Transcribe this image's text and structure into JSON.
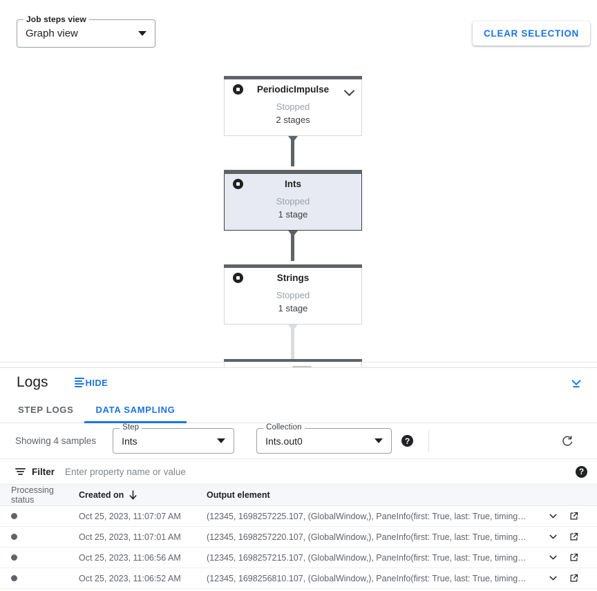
{
  "graph": {
    "view_select": {
      "legend": "Job steps view",
      "value": "Graph view",
      "icon": "chevron-down-icon"
    },
    "clear_selection_label": "CLEAR SELECTION",
    "nodes": [
      {
        "title": "PeriodicImpulse",
        "status": "Stopped",
        "stages": "2 stages",
        "has_chevron": true,
        "selected": false
      },
      {
        "title": "Ints",
        "status": "Stopped",
        "stages": "1 stage",
        "has_chevron": false,
        "selected": true
      },
      {
        "title": "Strings",
        "status": "Stopped",
        "stages": "1 stage",
        "has_chevron": false,
        "selected": false
      }
    ]
  },
  "logs": {
    "title": "Logs",
    "hide_label": "HIDE",
    "collapse_icon": "collapse-down-icon",
    "tabs": [
      {
        "label": "STEP LOGS",
        "active": false
      },
      {
        "label": "DATA SAMPLING",
        "active": true
      }
    ],
    "sampling": {
      "showing_text": "Showing 4 samples",
      "step": {
        "legend": "Step",
        "value": "Ints"
      },
      "collection": {
        "legend": "Collection",
        "value": "Ints.out0"
      },
      "help_label": "?",
      "refresh_icon": "refresh-icon"
    },
    "filter": {
      "label": "Filter",
      "placeholder": "Enter property name or value",
      "value": "",
      "help_label": "?"
    },
    "table": {
      "columns": [
        "Processing status",
        "Created on",
        "Output element"
      ],
      "sort_column": "Created on",
      "sort_direction": "desc",
      "rows": [
        {
          "status": "processed",
          "created_on": "Oct 25, 2023, 11:07:07 AM",
          "output_element": "(12345, 1698257225.107, (GlobalWindow,), PaneInfo(first: True, last: True, timing…"
        },
        {
          "status": "processed",
          "created_on": "Oct 25, 2023, 11:07:01 AM",
          "output_element": "(12345, 1698257220.107, (GlobalWindow,), PaneInfo(first: True, last: True, timing…"
        },
        {
          "status": "processed",
          "created_on": "Oct 25, 2023, 11:06:56 AM",
          "output_element": "(12345, 1698257215.107, (GlobalWindow,), PaneInfo(first: True, last: True, timing…"
        },
        {
          "status": "processed",
          "created_on": "Oct 25, 2023, 11:06:52 AM",
          "output_element": "(12345, 1698256810.107, (GlobalWindow,), PaneInfo(first: True, last: True, timing…"
        }
      ]
    }
  },
  "colors": {
    "accent": "#1a73e8",
    "node_bar": "#5f6368",
    "node_selected_bg": "#e7eaf3",
    "text_primary": "#202124",
    "text_secondary": "#5f6368"
  }
}
